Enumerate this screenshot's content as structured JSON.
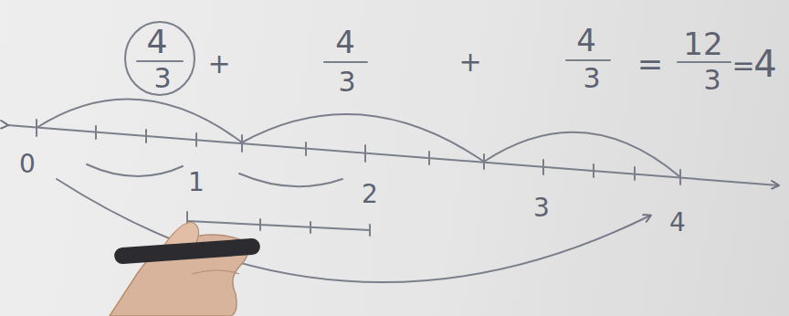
{
  "diagram": {
    "labels": [
      "4",
      "3",
      "+",
      "4",
      "3",
      "+",
      "4",
      "3",
      "=",
      "12",
      "3",
      "=",
      "4",
      "0",
      "1",
      "2",
      "3",
      "4"
    ]
  }
}
